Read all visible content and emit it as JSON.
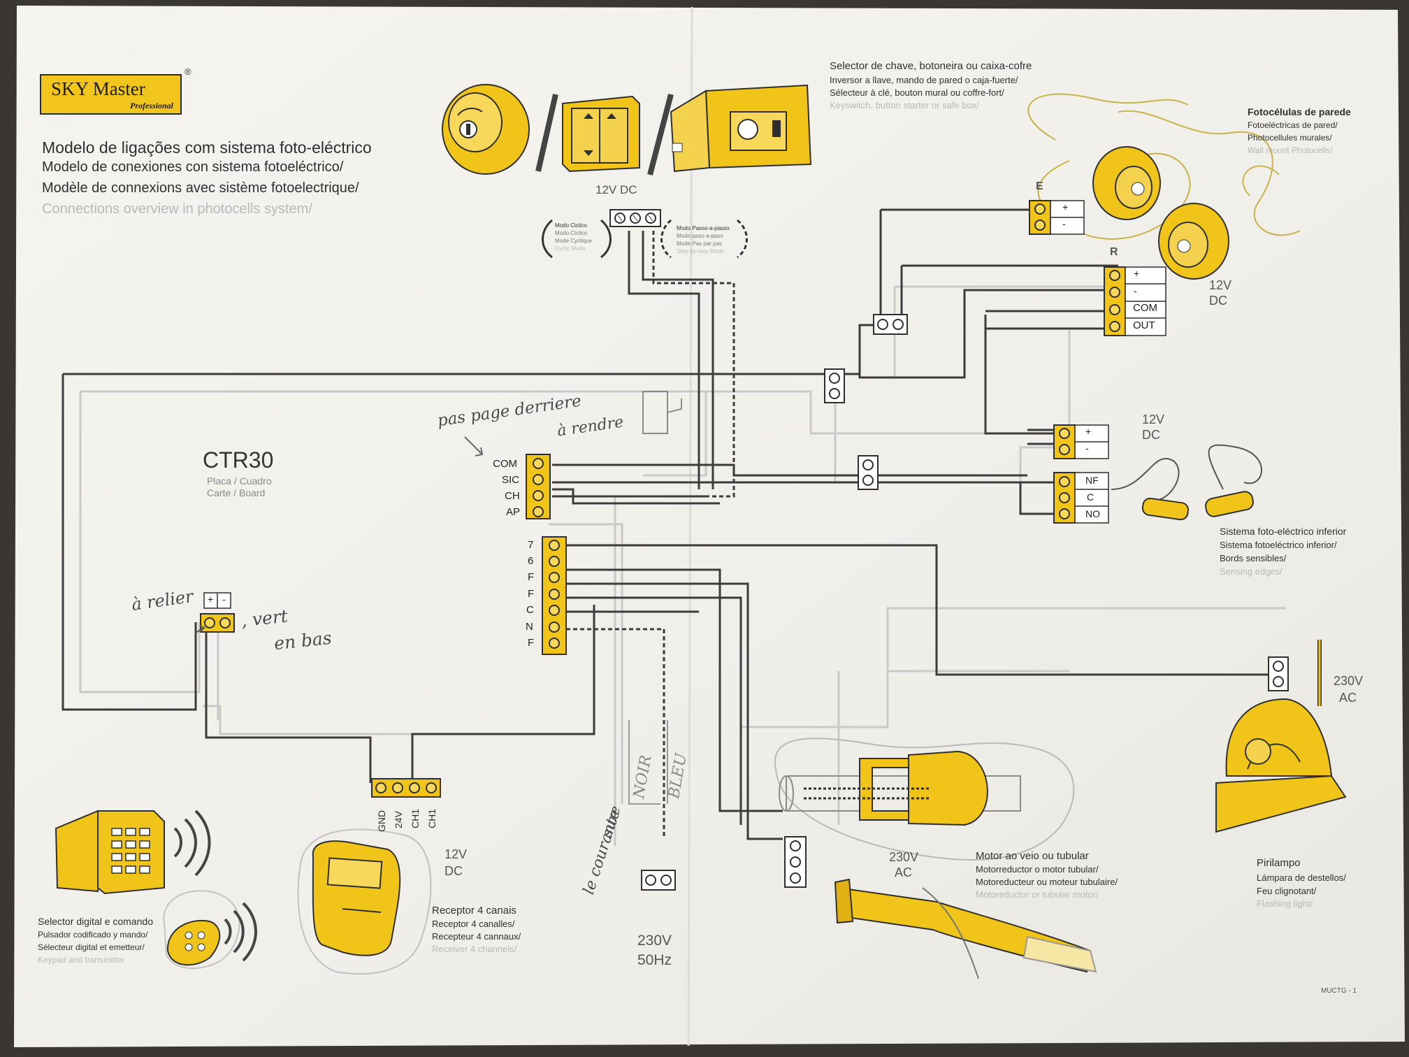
{
  "brand": {
    "name": "SKY Master",
    "tagline": "Professional",
    "reg_mark": "®"
  },
  "title": {
    "pt": "Modelo de ligações com sistema foto-eléctrico",
    "es": "Modelo de conexiones con sistema fotoeléctrico/",
    "fr": "Modèle de connexions avec sistème fotoelectrique/",
    "en": "Connections overview in photocells system/"
  },
  "board": {
    "name": "CTR30",
    "sub1": "Placa / Cuadro",
    "sub2": "Carte / Board",
    "terminals_top": [
      "COM",
      "SIC",
      "CH",
      "AP"
    ],
    "terminals_bottom": [
      "7",
      "6",
      "F",
      "F",
      "C",
      "N",
      "F"
    ]
  },
  "selector": {
    "pt": "Selector de chave, botoneira ou caixa-cofre",
    "es": "Inversor a llave, mando de pared o caja-fuerte/",
    "fr": "Sélecteur à clé, bouton mural ou coffre-fort/",
    "en": "Keyswitch, button starter or safe box/",
    "voltage": "12V DC",
    "modes_left": [
      "Modo Ciclico",
      "Modo Cíclico",
      "Mode Cyclique",
      "Cyclic Mode"
    ],
    "modes_right": [
      "Modo Passo-a-passo",
      "Modo paso-a-paso",
      "Mode Pas par pas",
      "Step-by-step Mode"
    ]
  },
  "photocells_wall": {
    "pt": "Fotocélulas de parede",
    "es": "Fotoeléctricas de pared/",
    "fr": "Photocellules murales/",
    "en": "Wall mount Photocells/",
    "e_label": "E",
    "r_label": "R",
    "voltage_a": "12V",
    "voltage_b": "DC",
    "terminals_e": [
      "+",
      "-"
    ],
    "terminals_r": [
      "+",
      "-",
      "COM",
      "OUT"
    ]
  },
  "lower_photo": {
    "voltage_a": "12V",
    "voltage_b": "DC",
    "terminals_power": [
      "+",
      "-"
    ],
    "terminals_contact": [
      "NF",
      "C",
      "NO"
    ],
    "pt": "Sistema foto-eléctrico inferior",
    "es": "Sistema fotoeléctrico inferior/",
    "fr": "Bords sensibles/",
    "en": "Sensing edges/"
  },
  "lamp": {
    "voltage_a": "230V",
    "voltage_b": "AC",
    "pt": "Pirilampo",
    "es": "Lámpara de destellos/",
    "fr": "Feu clignotant/",
    "en": "Flashing light/"
  },
  "motor": {
    "voltage_a": "230V",
    "voltage_b": "AC",
    "pt": "Motor ao veio ou tubular",
    "es": "Motorreductor o motor tubular/",
    "fr": "Motoreducteur ou moteur tubulaire/",
    "en": "Motoreductor or tubular motor/"
  },
  "receiver": {
    "terminals": [
      "GND",
      "24V",
      "CH1",
      "CH1"
    ],
    "voltage_a": "12V",
    "voltage_b": "DC",
    "pt": "Receptor 4 canais",
    "es": "Receptor 4 canalles/",
    "fr": "Recepteur 4 cannaux/",
    "en": "Receiver 4 channels/"
  },
  "keypad": {
    "pt": "Selector digital e comando",
    "es": "Pulsador codificado y mando/",
    "fr": "Sélecteur digital et emetteur/",
    "en": "Keypad and transmitter"
  },
  "mains": {
    "voltage_a": "230V",
    "voltage_b": "50Hz"
  },
  "aux_power": {
    "terminals": [
      "+",
      "-"
    ]
  },
  "handwritten": {
    "note1": "pas page derriere",
    "note2": "à rendre",
    "note3": "à relier",
    "note4": ", vert",
    "note5": "en bas",
    "note6": "le courante",
    "note7": "sure",
    "note8": "NOIR",
    "note9": "BLEU"
  },
  "doc_code": "MUCTG - 1",
  "colors": {
    "yellow": "#f0c419",
    "wire_dark": "#3a3a3a",
    "wire_grey": "#c4c4c4",
    "paper": "#f4f3ee"
  }
}
